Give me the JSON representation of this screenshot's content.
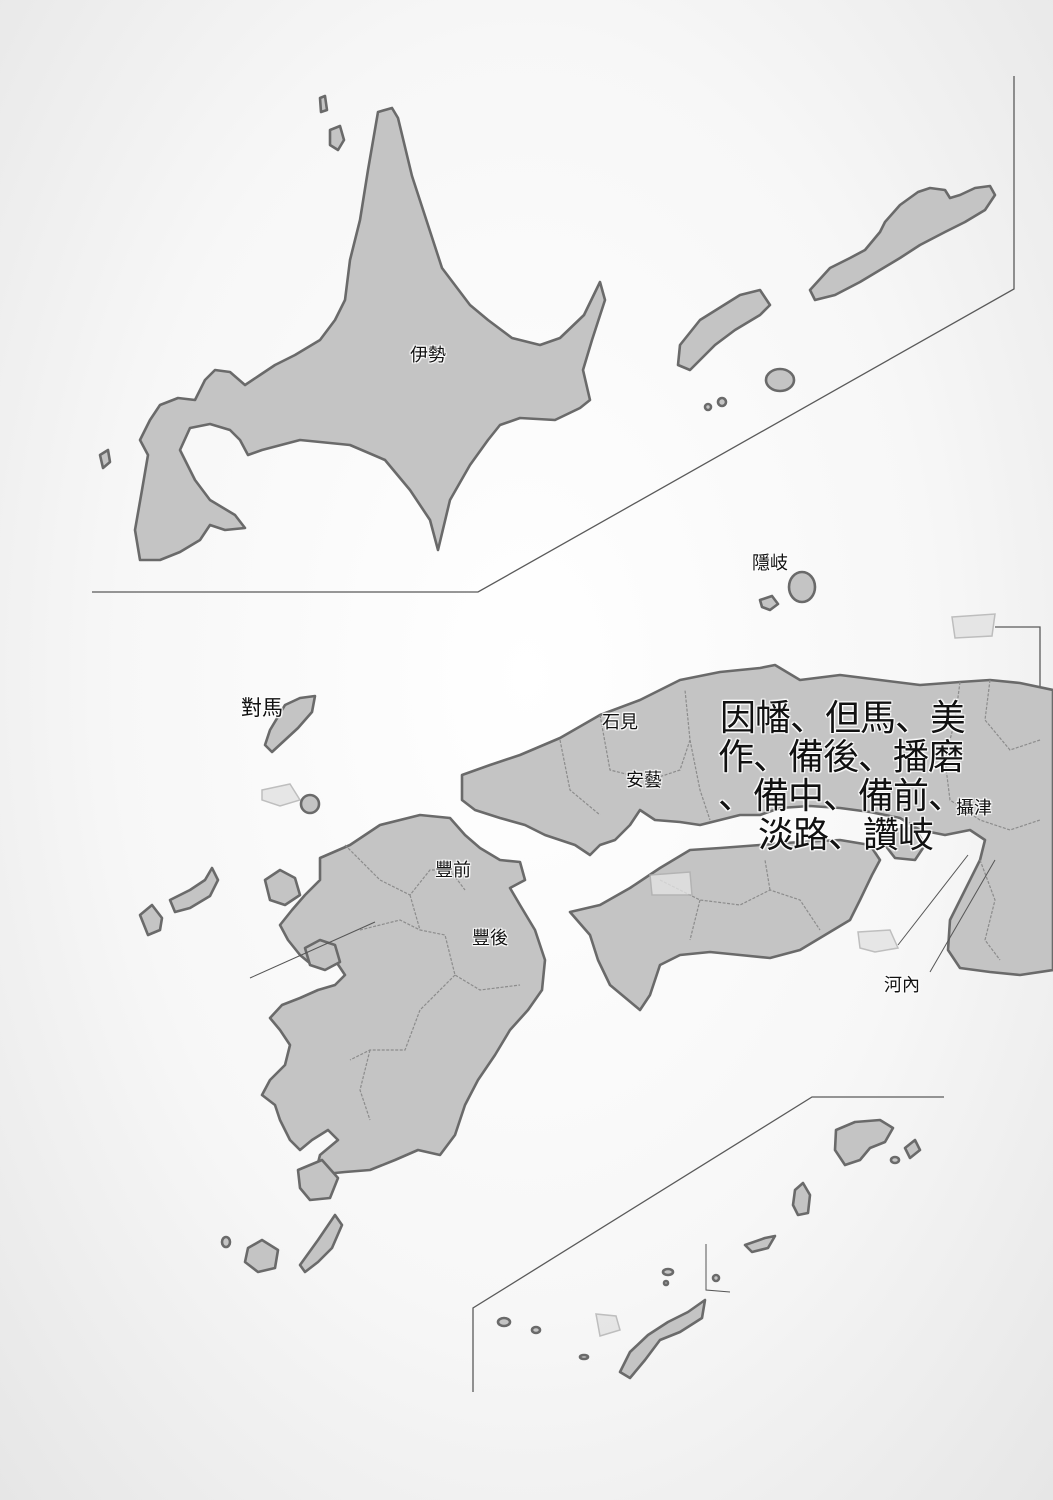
{
  "map": {
    "title": "",
    "labels": {
      "hokkaido": "伊勢",
      "oki": "隱岐",
      "tsushima": "對馬",
      "iwami": "石見",
      "aki": "安藝",
      "buzen": "豐前",
      "bungo": "豐後",
      "settsu": "攝津",
      "kawachi": "河內",
      "group_line1": "因幡、但馬、美",
      "group_line2": "作、備後、播磨",
      "group_line3": "、備中、備前、",
      "group_line4": "淡路、讚岐"
    },
    "colors": {
      "land": "#c4c4c4",
      "coast": "#6a6a6a",
      "sea": "#f5f5f5",
      "text": "#111111"
    }
  }
}
